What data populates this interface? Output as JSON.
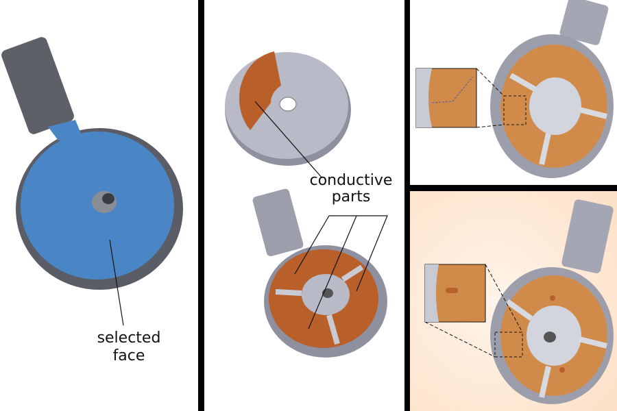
{
  "panels": {
    "left": {
      "label_line1": "selected",
      "label_line2": "face"
    },
    "middle": {
      "label_line1": "conductive",
      "label_line2": "parts"
    }
  },
  "colors": {
    "selected_face": "#4a86c5",
    "conductive": "#b85f2a",
    "conductive_light": "#d08a4a",
    "body_gray": "#a8aab8",
    "highlight_bg": "#fde0c6"
  }
}
